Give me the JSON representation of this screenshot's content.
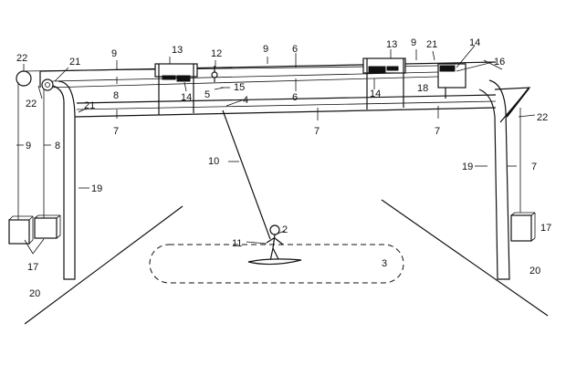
{
  "figure": {
    "labels": {
      "r2": "2",
      "r3": "3",
      "r4": "4",
      "r5": "5",
      "r6a": "6",
      "r6b": "6",
      "r7a": "7",
      "r7b": "7",
      "r7c": "7",
      "r7d": "7",
      "r8a": "8",
      "r8b": "8",
      "r9a": "9",
      "r9b": "9",
      "r9c": "9",
      "r9d": "9",
      "r10": "10",
      "r11": "11",
      "r12": "12",
      "r13a": "13",
      "r13b": "13",
      "r14a": "14",
      "r14b": "14",
      "r14c": "14",
      "r15": "15",
      "r16": "16",
      "r17a": "17",
      "r17b": "17",
      "r18": "18",
      "r19a": "19",
      "r19b": "19",
      "r20a": "20",
      "r20b": "20",
      "r21a": "21",
      "r21b": "21",
      "r21c": "21",
      "r22a": "22",
      "r22b": "22",
      "r22c": "22"
    }
  }
}
